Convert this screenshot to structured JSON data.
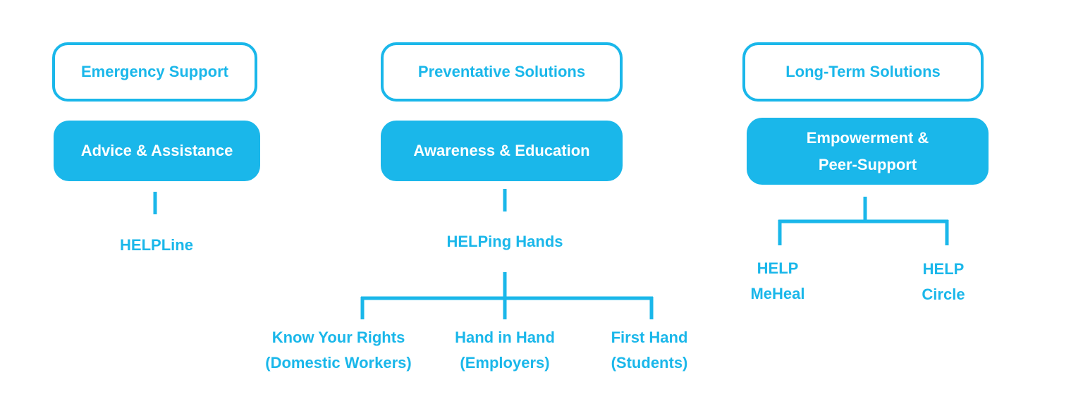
{
  "accent_color": "#1ab7ea",
  "columns": [
    {
      "category": "Emergency Support",
      "approach": "Advice & Assistance",
      "programs": [
        "HELPLine"
      ]
    },
    {
      "category": "Preventative Solutions",
      "approach": "Awareness & Education",
      "program": "HELPing Hands",
      "sub_programs": [
        {
          "line1": "Know Your Rights",
          "line2": "(Domestic Workers)"
        },
        {
          "line1": "Hand in Hand",
          "line2": "(Employers)"
        },
        {
          "line1": "First Hand",
          "line2": "(Students)"
        }
      ]
    },
    {
      "category": "Long-Term Solutions",
      "approach_line1": "Empowerment &",
      "approach_line2": "Peer-Support",
      "programs": [
        {
          "line1": "HELP",
          "line2": "MeHeal"
        },
        {
          "line1": "HELP",
          "line2": "Circle"
        }
      ]
    }
  ]
}
